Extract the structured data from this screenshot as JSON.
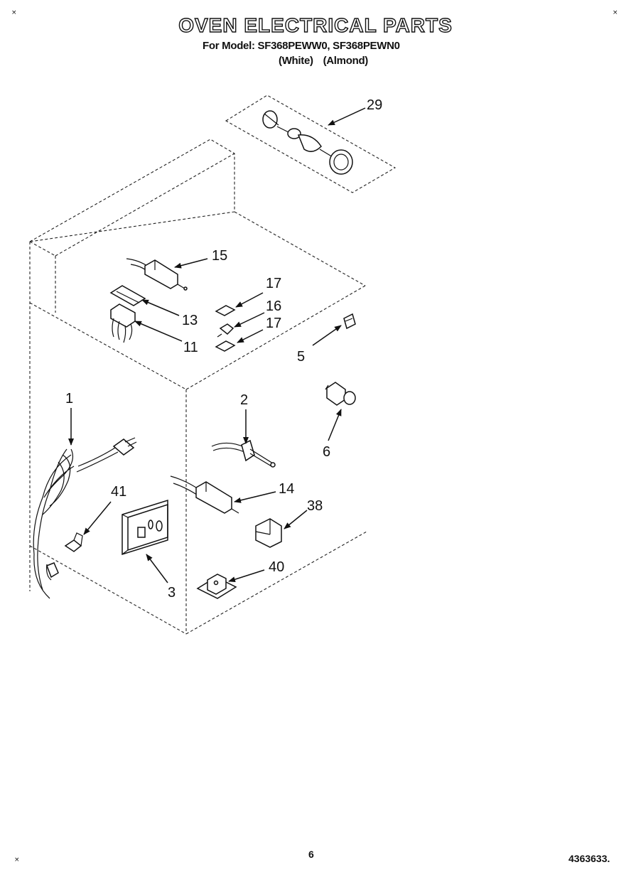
{
  "header": {
    "title": "OVEN ELECTRICAL PARTS",
    "subtitle": "For Model: SF368PEWW0, SF368PEWN0",
    "variants": "(White)   (Almond)"
  },
  "corner_marks": {
    "top_left": "×",
    "top_right": "×",
    "bottom_left": "×"
  },
  "callouts": {
    "c1": "1",
    "c2": "2",
    "c3": "3",
    "c5": "5",
    "c6": "6",
    "c11": "11",
    "c13": "13",
    "c14": "14",
    "c15": "15",
    "c16": "16",
    "c17a": "17",
    "c17b": "17",
    "c29": "29",
    "c38": "38",
    "c40": "40",
    "c41": "41"
  },
  "footer": {
    "page_number": "6",
    "document_number": "4363633."
  }
}
